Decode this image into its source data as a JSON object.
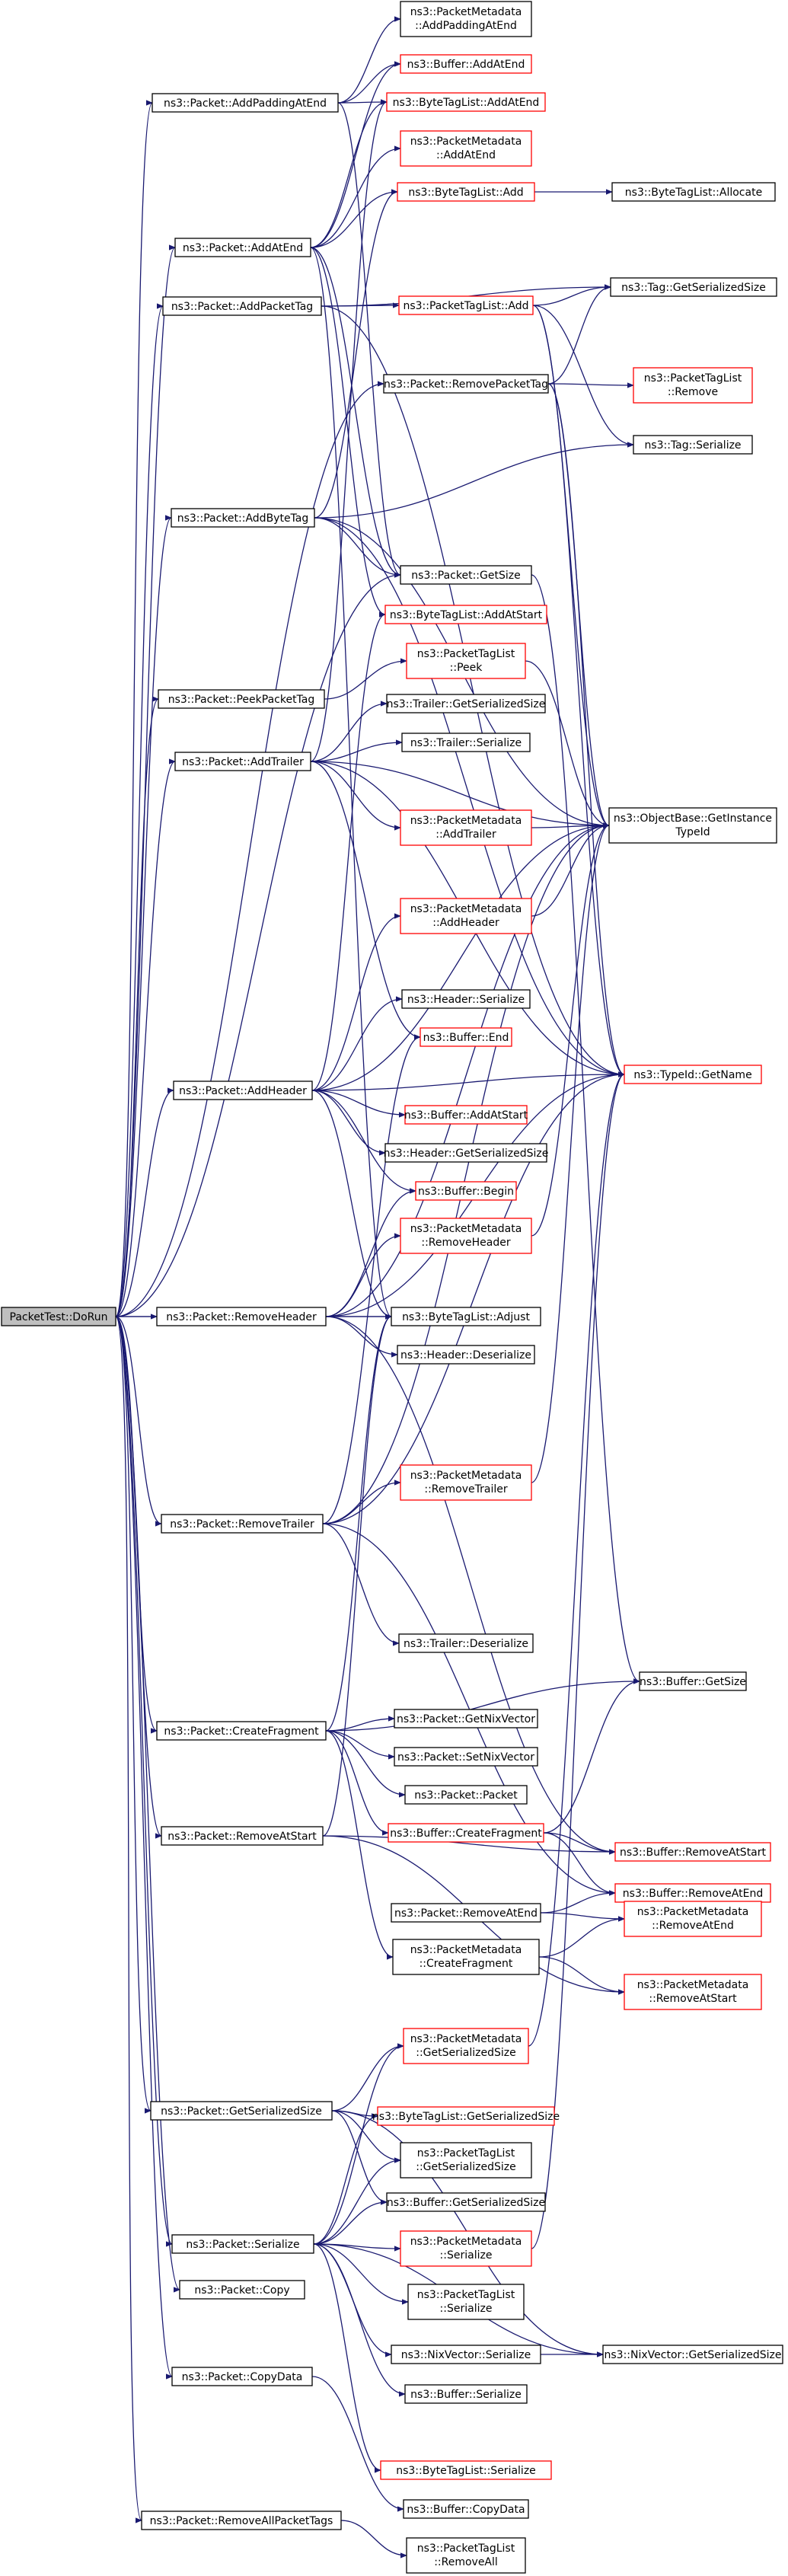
{
  "colors": {
    "edge": "#191970",
    "documented": "#000000",
    "undocumented": "#ff0000",
    "root_fill": "#bfbfbf"
  },
  "nodes": {
    "root": "PacketTest::DoRun",
    "addPaddingAtEnd": "ns3::Packet::AddPaddingAtEnd",
    "addAtEnd": "ns3::Packet::AddAtEnd",
    "addPacketTag": "ns3::Packet::AddPacketTag",
    "addByteTag": "ns3::Packet::AddByteTag",
    "peekPacketTag": "ns3::Packet::PeekPacketTag",
    "addTrailer": "ns3::Packet::AddTrailer",
    "addHeader": "ns3::Packet::AddHeader",
    "removeHeader": "ns3::Packet::RemoveHeader",
    "removeTrailer": "ns3::Packet::RemoveTrailer",
    "createFragment": "ns3::Packet::CreateFragment",
    "removeAtStart": "ns3::Packet::RemoveAtStart",
    "getSerializedSize": "ns3::Packet::GetSerializedSize",
    "serialize": "ns3::Packet::Serialize",
    "copy": "ns3::Packet::Copy",
    "copyData": "ns3::Packet::CopyData",
    "removeAllPacketTags": "ns3::Packet::RemoveAllPacketTags",
    "pmAddPaddingAtEnd": [
      "ns3::PacketMetadata",
      "::AddPaddingAtEnd"
    ],
    "bufAddAtEnd": "ns3::Buffer::AddAtEnd",
    "btlAddAtEnd": "ns3::ByteTagList::AddAtEnd",
    "pmAddAtEnd": [
      "ns3::PacketMetadata",
      "::AddAtEnd"
    ],
    "btlAdd": "ns3::ByteTagList::Add",
    "btlAllocate": "ns3::ByteTagList::Allocate",
    "ptlAdd": "ns3::PacketTagList::Add",
    "tagGetSerializedSize": "ns3::Tag::GetSerializedSize",
    "removePacketTag": "ns3::Packet::RemovePacketTag",
    "ptlRemove": [
      "ns3::PacketTagList",
      "::Remove"
    ],
    "tagSerialize": "ns3::Tag::Serialize",
    "getSize": "ns3::Packet::GetSize",
    "btlAddAtStart": "ns3::ByteTagList::AddAtStart",
    "ptlPeek": [
      "ns3::PacketTagList",
      "::Peek"
    ],
    "trailerGetSerializedSize": "ns3::Trailer::GetSerializedSize",
    "trailerSerialize": "ns3::Trailer::Serialize",
    "objGetInstanceTypeId": [
      "ns3::ObjectBase::GetInstance",
      "TypeId"
    ],
    "pmAddTrailer": [
      "ns3::PacketMetadata",
      "::AddTrailer"
    ],
    "pmAddHeader": [
      "ns3::PacketMetadata",
      "::AddHeader"
    ],
    "headerSerialize": "ns3::Header::Serialize",
    "bufEnd": "ns3::Buffer::End",
    "typeIdGetName": "ns3::TypeId::GetName",
    "bufAddAtStart": "ns3::Buffer::AddAtStart",
    "headerGetSerializedSize": "ns3::Header::GetSerializedSize",
    "bufBegin": "ns3::Buffer::Begin",
    "pmRemoveHeader": [
      "ns3::PacketMetadata",
      "::RemoveHeader"
    ],
    "btlAdjust": "ns3::ByteTagList::Adjust",
    "headerDeserialize": "ns3::Header::Deserialize",
    "pmRemoveTrailer": [
      "ns3::PacketMetadata",
      "::RemoveTrailer"
    ],
    "trailerDeserialize": "ns3::Trailer::Deserialize",
    "bufGetSize": "ns3::Buffer::GetSize",
    "getNixVector": "ns3::Packet::GetNixVector",
    "setNixVector": "ns3::Packet::SetNixVector",
    "packetPacket": "ns3::Packet::Packet",
    "bufCreateFragment": "ns3::Buffer::CreateFragment",
    "bufRemoveAtStart": "ns3::Buffer::RemoveAtStart",
    "bufRemoveAtEnd": "ns3::Buffer::RemoveAtEnd",
    "removeAtEnd": "ns3::Packet::RemoveAtEnd",
    "pmRemoveAtEnd": [
      "ns3::PacketMetadata",
      "::RemoveAtEnd"
    ],
    "pmCreateFragment": [
      "ns3::PacketMetadata",
      "::CreateFragment"
    ],
    "pmRemoveAtStart": [
      "ns3::PacketMetadata",
      "::RemoveAtStart"
    ],
    "pmGetSerializedSize": [
      "ns3::PacketMetadata",
      "::GetSerializedSize"
    ],
    "btlGetSerializedSize": "ns3::ByteTagList::GetSerializedSize",
    "ptlGetSerializedSize": [
      "ns3::PacketTagList",
      "::GetSerializedSize"
    ],
    "bufGetSerializedSize": "ns3::Buffer::GetSerializedSize",
    "pmSerialize": [
      "ns3::PacketMetadata",
      "::Serialize"
    ],
    "ptlSerialize": [
      "ns3::PacketTagList",
      "::Serialize"
    ],
    "nixSerialize": "ns3::NixVector::Serialize",
    "nixGetSerializedSize": "ns3::NixVector::GetSerializedSize",
    "bufSerialize": "ns3::Buffer::Serialize",
    "btlSerialize": "ns3::ByteTagList::Serialize",
    "bufCopyData": "ns3::Buffer::CopyData",
    "ptlRemoveAll": [
      "ns3::PacketTagList",
      "::RemoveAll"
    ]
  }
}
